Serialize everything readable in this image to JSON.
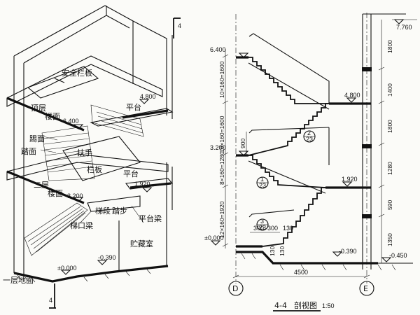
{
  "left": {
    "labels": {
      "section_mark_top": "4",
      "section_mark_bottom": "4",
      "safety_rail": "安全栏板",
      "top_floor": "顶层",
      "floor": "楼面",
      "platform_top": "平台",
      "elev_4800": "4.800",
      "elev_6400": "6.400",
      "riser": "踢面",
      "tread": "踏面",
      "handrail": "扶手",
      "rail_panel": "栏板",
      "platform_mid": "平台",
      "elev_1920": "1.920",
      "second_floor": "二层",
      "second_floor_b": "楼面",
      "elev_3200": "3.200",
      "flight": "梯段",
      "step": "踏步",
      "stair_beam": "梯口梁",
      "platform_beam": "平台梁",
      "storage": "贮藏室",
      "elev_m0390": "-0.390",
      "elev_0000": "±0.000",
      "ground": "一层地面"
    }
  },
  "right": {
    "elevations": {
      "e7760": "7.760",
      "e6400": "6.400",
      "e4800": "4.800",
      "e3200": "3.200",
      "e1920": "1.920",
      "e0000": "±0.000",
      "em0390": "-0.390",
      "em0450": "-0.450"
    },
    "dims_left": {
      "d1": "10×160=1600",
      "d2": "10×160=1600",
      "d3": "12×160=1920",
      "d4": "8×160=1280",
      "d5": "900"
    },
    "dims_right": {
      "r1": "1800",
      "r2": "1400",
      "r3": "1800",
      "r4": "1280",
      "r5": "590",
      "r6": "1350"
    },
    "bottom_dims": {
      "s1": "300",
      "s2": "300",
      "s3": "130",
      "s4": "130",
      "s5": "130",
      "width": "4500"
    },
    "details": {
      "c1_top": "2",
      "c1_bottom": "23",
      "c2_top": "1",
      "c2_bottom": "23",
      "c3_top": "3",
      "c3_bottom": "23"
    },
    "axes": {
      "a1": "D",
      "a2": "E"
    },
    "title": {
      "code": "4-4",
      "name": "剖视图",
      "scale": "1:50"
    }
  }
}
